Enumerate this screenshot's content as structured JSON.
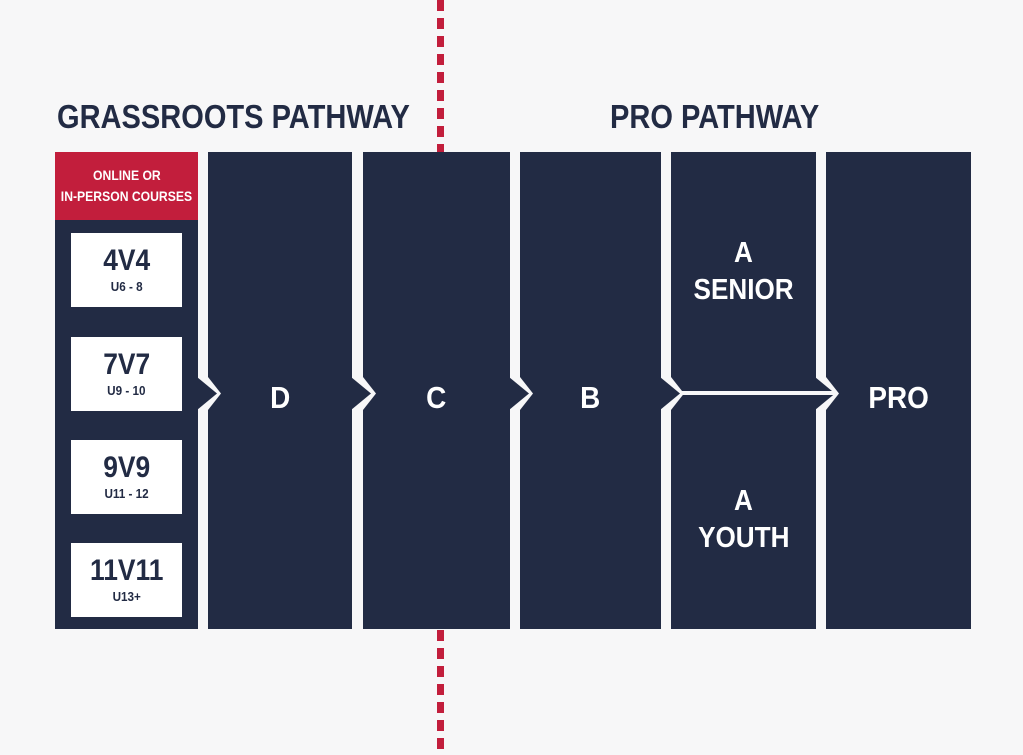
{
  "titles": {
    "grassroots": "GRASSROOTS PATHWAY",
    "pro": "PRO PATHWAY"
  },
  "grassroots_column": {
    "header": {
      "line1": "ONLINE OR",
      "line2": "IN-PERSON COURSES"
    },
    "levels": [
      {
        "format": "4V4",
        "ages": "U6 - 8"
      },
      {
        "format": "7V7",
        "ages": "U9 - 10"
      },
      {
        "format": "9V9",
        "ages": "U11 - 12"
      },
      {
        "format": "11V11",
        "ages": "U13+"
      }
    ]
  },
  "license_columns": [
    {
      "label": "D"
    },
    {
      "label": "C"
    },
    {
      "label": "B"
    }
  ],
  "a_column": {
    "senior": {
      "line1": "A",
      "line2": "SENIOR"
    },
    "youth": {
      "line1": "A",
      "line2": "YOUTH"
    }
  },
  "pro_column": {
    "label": "PRO"
  },
  "colors": {
    "navy": "#222B44",
    "red": "#C21E3C",
    "background": "#F7F7F8",
    "white": "#FFFFFF"
  }
}
